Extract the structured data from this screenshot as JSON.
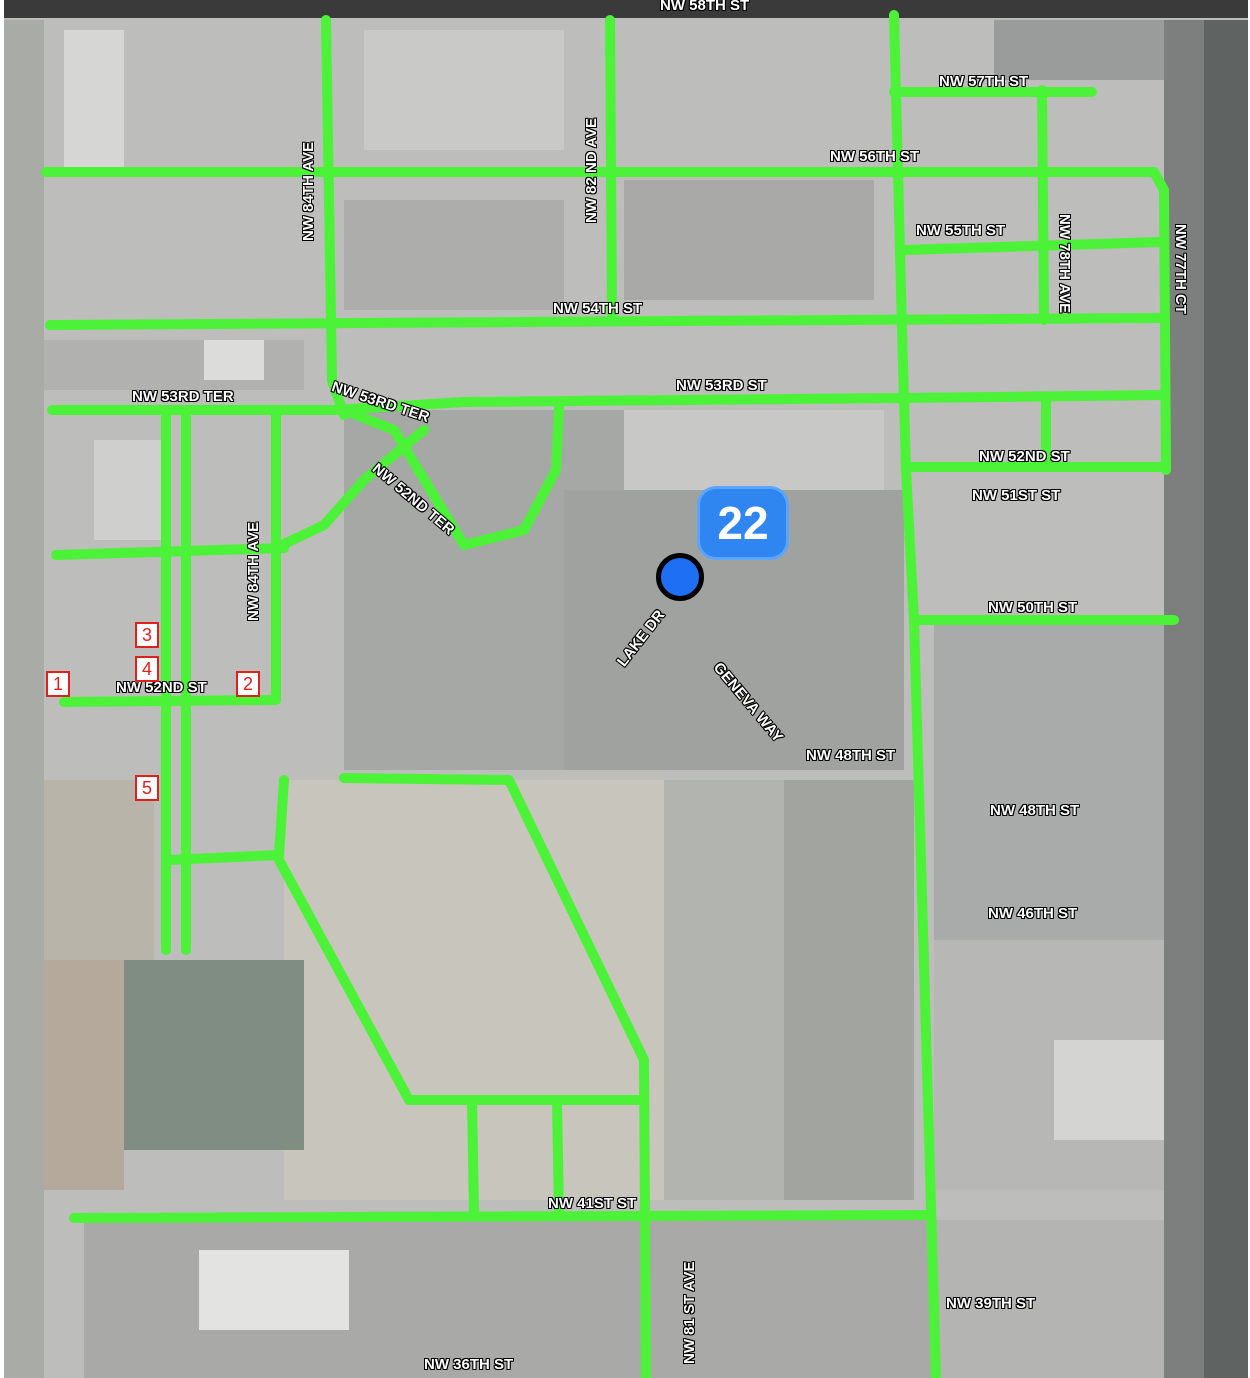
{
  "map": {
    "route_color": "#4cf238",
    "badge_color": "#2f86f0",
    "marker_color": "#e0201c",
    "route_badge": "22",
    "street_labels": [
      {
        "id": "nw-58th-st",
        "text": "NW 58TH ST"
      },
      {
        "id": "nw-57th-st",
        "text": "NW 57TH ST"
      },
      {
        "id": "nw-56th-st",
        "text": "NW 56TH ST"
      },
      {
        "id": "nw-55th-st",
        "text": "NW 55TH ST"
      },
      {
        "id": "nw-54th-st",
        "text": "NW 54TH ST"
      },
      {
        "id": "nw-53rd-ter-west",
        "text": "NW 53RD TER"
      },
      {
        "id": "nw-53rd-ter",
        "text": "NW 53RD TER"
      },
      {
        "id": "nw-53rd-st",
        "text": "NW 53RD ST"
      },
      {
        "id": "nw-52nd-st-east",
        "text": "NW 52ND ST"
      },
      {
        "id": "nw-51st-st",
        "text": "NW 51ST ST"
      },
      {
        "id": "nw-52nd-ter",
        "text": "NW 52ND TER"
      },
      {
        "id": "nw-50th-st",
        "text": "NW 50TH ST"
      },
      {
        "id": "lake-dr",
        "text": "LAKE DR"
      },
      {
        "id": "geneva-way",
        "text": "GENEVA WAY"
      },
      {
        "id": "nw-48th-st-upper",
        "text": "NW 48TH ST"
      },
      {
        "id": "nw-48th-st-lower",
        "text": "NW 48TH ST"
      },
      {
        "id": "nw-46th-st",
        "text": "NW 46TH ST"
      },
      {
        "id": "nw-41st-st",
        "text": "NW 41ST ST"
      },
      {
        "id": "nw-39th-st",
        "text": "NW 39TH ST"
      },
      {
        "id": "nw-36th-st",
        "text": "NW 36TH ST"
      },
      {
        "id": "nw-52nd-st-west",
        "text": "NW 52ND ST"
      },
      {
        "id": "nw-84th-ave-north",
        "text": "NW 84TH AVE"
      },
      {
        "id": "nw-84th-ave-south",
        "text": "NW 84TH AVE"
      },
      {
        "id": "nw-82nd-ave",
        "text": "NW 82 ND AVE"
      },
      {
        "id": "nw-78th-ave",
        "text": "NW 78TH AVE"
      },
      {
        "id": "nw-77th-ct",
        "text": "NW 77TH CT"
      },
      {
        "id": "nw-81st-ave",
        "text": "NW 81 ST AVE"
      }
    ],
    "markers": [
      "1",
      "2",
      "3",
      "4",
      "5"
    ]
  }
}
